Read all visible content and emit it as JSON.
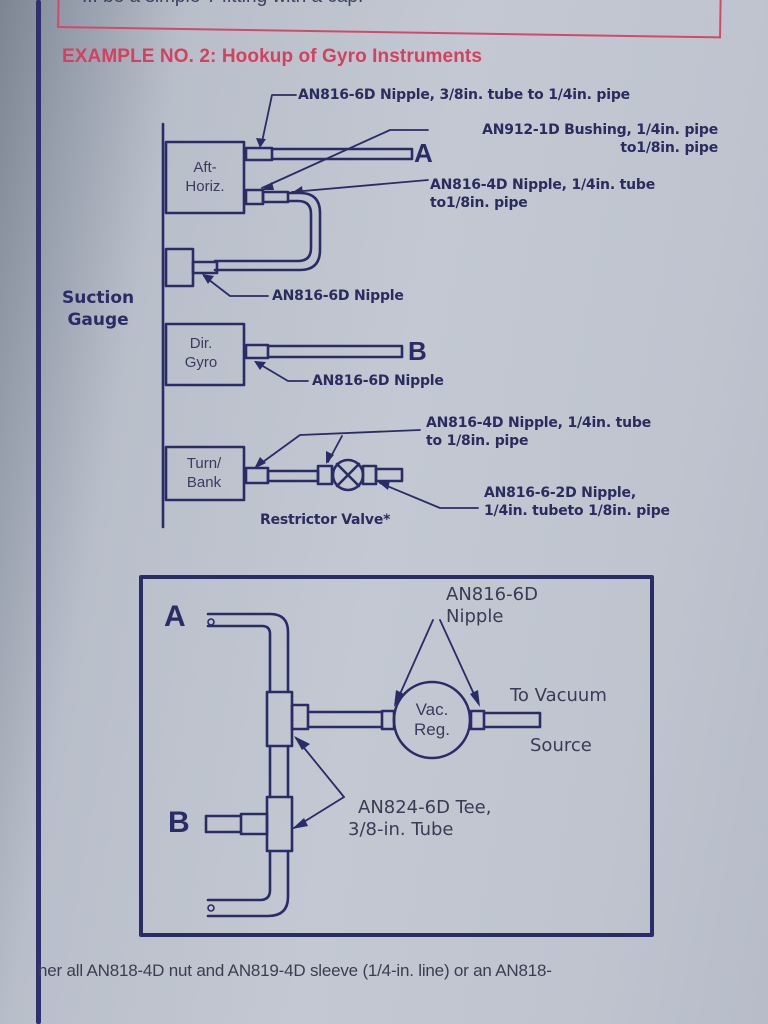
{
  "page": {
    "top_callout_text": "... be a simple T fitting with a cap.",
    "heading": "EXAMPLE NO. 2: Hookup of Gyro Instruments",
    "footer_text": "her all AN818-4D nut and AN819-4D sleeve (1/4-in. line) or an AN818-"
  },
  "upper_diagram": {
    "side_label_line1": "Suction",
    "side_label_line2": "Gauge",
    "instruments": [
      {
        "line1": "Aft-",
        "line2": "Horiz."
      },
      {
        "line1": "Dir.",
        "line2": "Gyro"
      },
      {
        "line1": "Turn/",
        "line2": "Bank"
      }
    ],
    "endpoint_a": "A",
    "endpoint_b": "B",
    "callouts": [
      {
        "line1": "AN816-6D Nipple, 3/8in. tube to 1/4in. pipe"
      },
      {
        "line1": "AN912-1D Bushing, 1/4in. pipe",
        "line2": "to1/8in. pipe"
      },
      {
        "line1": "AN816-4D Nipple, 1/4in. tube",
        "line2": "to1/8in. pipe"
      },
      {
        "line1": "AN816-6D Nipple"
      },
      {
        "line1": "AN816-6D Nipple"
      },
      {
        "line1": "AN816-4D Nipple, 1/4in. tube",
        "line2": "to 1/8in. pipe"
      },
      {
        "line1": "AN816-6-2D Nipple,",
        "line2": "1/4in. tubeto 1/8in. pipe"
      }
    ],
    "restrictor_label": "Restrictor Valve*"
  },
  "lower_diagram": {
    "endpoint_a": "A",
    "endpoint_b": "B",
    "nipple_label_line1": "AN816-6D",
    "nipple_label_line2": "Nipple",
    "regulator_line1": "Vac.",
    "regulator_line2": "Reg.",
    "to_vacuum_line1": "To Vacuum",
    "to_vacuum_line2": "Source",
    "tee_label_line1": "AN824-6D Tee,",
    "tee_label_line2": "3/8-in. Tube"
  },
  "colors": {
    "ink": "#2a2c66",
    "heading_red": "#d4415e",
    "paper": "#c3c8d2"
  }
}
